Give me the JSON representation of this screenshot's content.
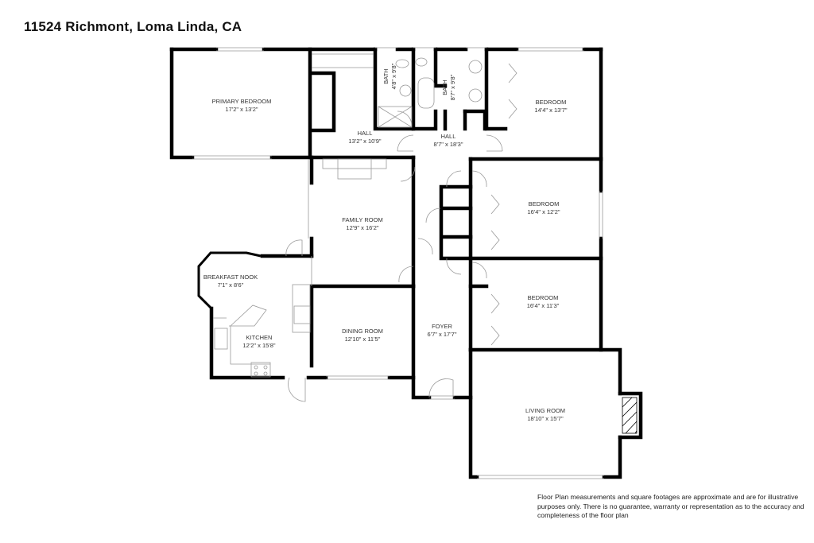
{
  "title": "11524 Richmont, Loma Linda, CA",
  "rooms": [
    {
      "name": "Primary Bedroom",
      "dims": "17'2\" x 13'2\""
    },
    {
      "name": "Hall",
      "dims": "13'2\" x 10'9\""
    },
    {
      "name": "Bath",
      "dims": "4'8\" x 9'8\""
    },
    {
      "name": "Bath",
      "dims": "8'7\" x 9'8\""
    },
    {
      "name": "Hall",
      "dims": "8'7\" x 18'3\""
    },
    {
      "name": "Bedroom",
      "dims": "14'4\" x 13'7\""
    },
    {
      "name": "Family Room",
      "dims": "12'9\" x 16'2\""
    },
    {
      "name": "Bedroom",
      "dims": "16'4\" x 12'2\""
    },
    {
      "name": "Breakfast Nook",
      "dims": "7'1\" x 8'6\""
    },
    {
      "name": "Kitchen",
      "dims": "12'2\" x 15'8\""
    },
    {
      "name": "Dining Room",
      "dims": "12'10\" x 11'5\""
    },
    {
      "name": "Foyer",
      "dims": "6'7\" x 17'7\""
    },
    {
      "name": "Bedroom",
      "dims": "16'4\" x 11'3\""
    },
    {
      "name": "Living Room",
      "dims": "18'10\" x 15'7\""
    }
  ],
  "disclaimer": "Floor Plan measurements and square footages are approximate and are for illustrative purposes only. There is no guarantee, warranty or representation as to the accuracy and completeness of the floor plan",
  "colors": {
    "wall": "#000000",
    "thin_line": "#999999",
    "text": "#333333"
  }
}
